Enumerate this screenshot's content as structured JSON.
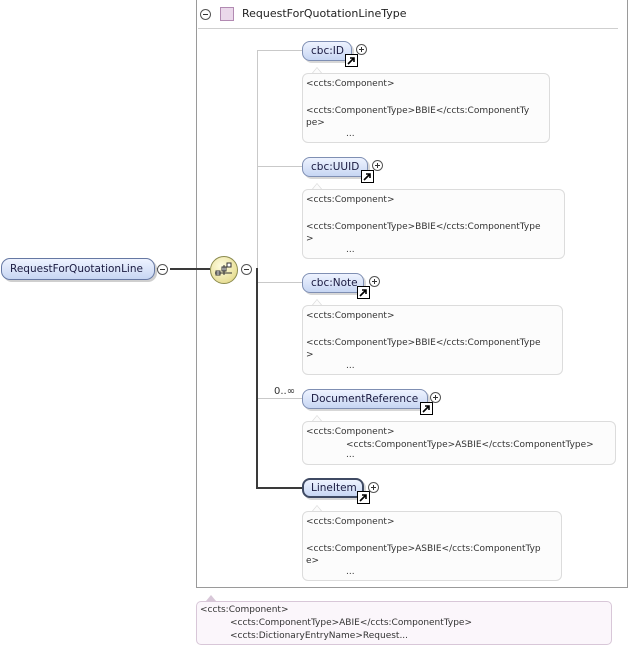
{
  "type": {
    "title": "RequestForQuotationLineType"
  },
  "root": {
    "label": "RequestForQuotationLine",
    "annotation": [
      "<ccts:Component>",
      "<ccts:ComponentType>ABIE</ccts:ComponentType>",
      "<ccts:DictionaryEntryName>Request..."
    ]
  },
  "elements": [
    {
      "label": "cbc:ID",
      "annotation": [
        "<ccts:Component>",
        "<ccts:ComponentType>BBIE</ccts:ComponentTy",
        "pe>",
        "..."
      ]
    },
    {
      "label": "cbc:UUID",
      "annotation": [
        "<ccts:Component>",
        "<ccts:ComponentType>BBIE</ccts:ComponentType",
        ">",
        "..."
      ]
    },
    {
      "label": "cbc:Note",
      "annotation": [
        "<ccts:Component>",
        "<ccts:ComponentType>BBIE</ccts:ComponentType",
        ">",
        "..."
      ]
    },
    {
      "label": "DocumentReference",
      "occurrence": "0..∞",
      "annotation": [
        "<ccts:Component>",
        "<ccts:ComponentType>ASBIE</ccts:ComponentType>",
        "..."
      ]
    },
    {
      "label": "LineItem",
      "annotation": [
        "<ccts:Component>",
        "<ccts:ComponentType>ASBIE</ccts:ComponentTyp",
        "e>",
        "..."
      ]
    }
  ],
  "icons": {
    "type": "complex-type-icon",
    "sequence": "sequence-compositor-icon",
    "reference": "reference-arrow-icon"
  },
  "colors": {
    "element_fill": "#c7d6f3",
    "compositor_fill": "#e9e09a",
    "type_icon": "#ead8ea"
  }
}
